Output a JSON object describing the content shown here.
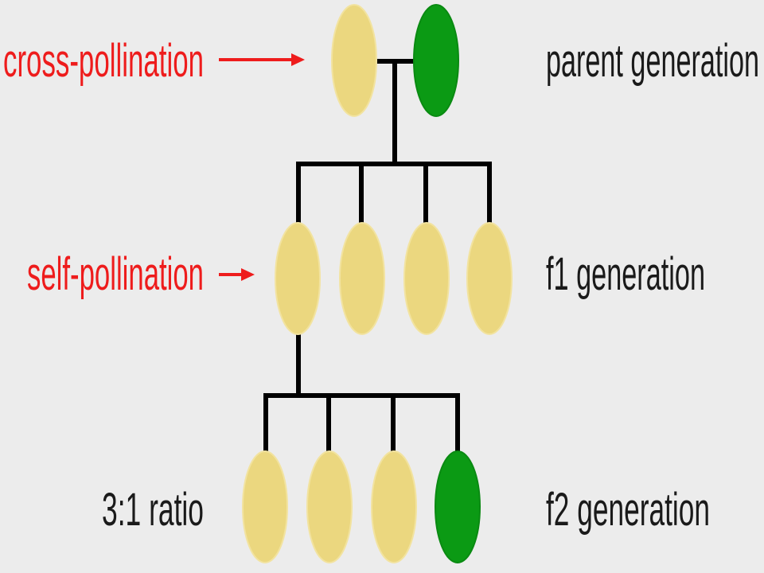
{
  "colors": {
    "background": "#ececec",
    "yellow_pea": "#ebd77f",
    "green_pea": "#0b9a14",
    "line": "#000000",
    "process_label": "#ee1c1c",
    "generation_label": "#1a1a1a"
  },
  "process_labels": {
    "cross_pollination": "cross-pollination",
    "self_pollination": "self-pollination",
    "ratio": "3:1 ratio"
  },
  "generation_labels": {
    "parent": "parent generation",
    "f1": "f1 generation",
    "f2": "f2 generation"
  },
  "generations": {
    "parent": [
      "yellow",
      "green"
    ],
    "f1": [
      "yellow",
      "yellow",
      "yellow",
      "yellow"
    ],
    "f2": [
      "yellow",
      "yellow",
      "yellow",
      "green"
    ]
  }
}
